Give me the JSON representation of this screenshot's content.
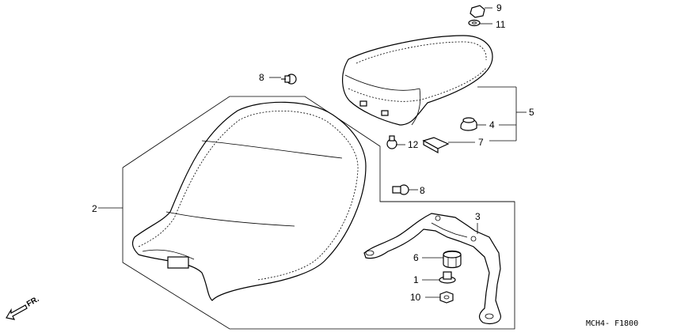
{
  "diagram": {
    "figure_code": "MCH4- F1800",
    "direction_label": "FR.",
    "callouts": {
      "c1": "1",
      "c2": "2",
      "c3": "3",
      "c4": "4",
      "c5": "5",
      "c6": "6",
      "c7": "7",
      "c8a": "8",
      "c8b": "8",
      "c9": "9",
      "c10": "10",
      "c11": "11",
      "c12": "12"
    }
  }
}
